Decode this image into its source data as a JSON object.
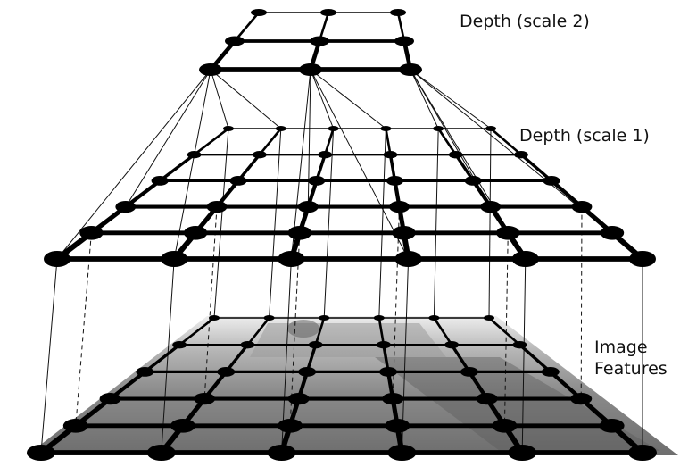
{
  "labels": {
    "depth_scale_2": "Depth (scale 2)",
    "depth_scale_1": "Depth (scale 1)",
    "image_features_line1": "Image",
    "image_features_line2": "Features"
  },
  "layers": [
    {
      "id": "depth-scale-2",
      "name_ref": "depth_scale_2",
      "rows": 3,
      "cols": 3
    },
    {
      "id": "depth-scale-1",
      "name_ref": "depth_scale_1",
      "rows": 6,
      "cols": 6
    },
    {
      "id": "image-features",
      "name_ref": "image_features",
      "rows": 6,
      "cols": 6
    }
  ],
  "colors": {
    "node": "#000000",
    "edge": "#000000",
    "connector": "#111111",
    "image_plane": "#8a8a8a",
    "image_sky": "#e6e6e6",
    "image_ground": "#707070"
  }
}
